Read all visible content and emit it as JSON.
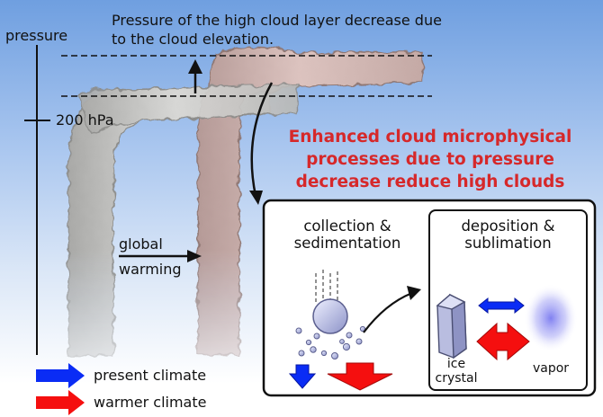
{
  "axis_label": "pressure",
  "pressure_tick": "200 hPa",
  "caption": "Pressure of the high cloud layer decrease due to the cloud elevation.",
  "headline": "Enhanced cloud microphysical processes due to pressure decrease reduce high clouds",
  "transition_label": "global warming",
  "processes": {
    "left_title": "collection & sedimentation",
    "right_title": "deposition & sublimation",
    "ice_label": "ice crystal",
    "vapor_label": "vapor"
  },
  "legend": [
    {
      "label": "present climate",
      "color": "#0a2cf5"
    },
    {
      "label": "warmer climate",
      "color": "#f50f0f"
    }
  ],
  "colors": {
    "present_cloud": "#c7c7c5",
    "warm_cloud": "#d4b4b0",
    "headline": "#d6282a"
  }
}
